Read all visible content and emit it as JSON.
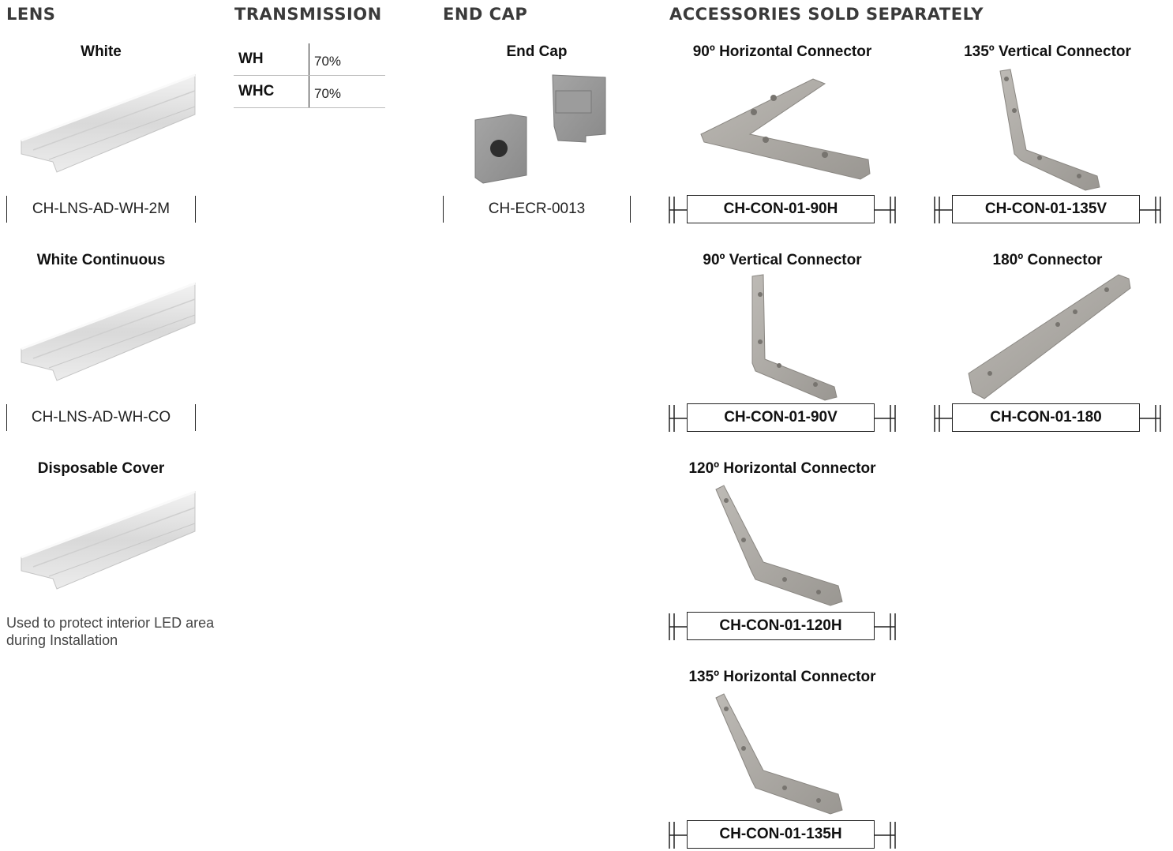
{
  "headers": {
    "lens": "LENS",
    "transmission": "TRANSMISSION",
    "end_cap": "END CAP",
    "accessories": "ACCESSORIES SOLD SEPARATELY"
  },
  "lens": [
    {
      "title": "White",
      "code": "CH-LNS-AD-WH-2M"
    },
    {
      "title": "White Continuous",
      "code": "CH-LNS-AD-WH-CO"
    },
    {
      "title": "Disposable Cover",
      "note": "Used to protect interior LED area during Installation"
    }
  ],
  "transmission": [
    {
      "code": "WH",
      "value": "70%"
    },
    {
      "code": "WHC",
      "value": "70%"
    }
  ],
  "end_cap": {
    "title": "End Cap",
    "code": "CH-ECR-0013"
  },
  "accessories": [
    {
      "title": "90º Horizontal Connector",
      "code": "CH-CON-01-90H"
    },
    {
      "title": "135º Vertical Connector",
      "code": "CH-CON-01-135V"
    },
    {
      "title": "90º Vertical Connector",
      "code": "CH-CON-01-90V"
    },
    {
      "title": "180º Connector",
      "code": "CH-CON-01-180"
    },
    {
      "title": "120º Horizontal Connector",
      "code": "CH-CON-01-120H"
    },
    {
      "title": "135º Horizontal Connector",
      "code": "CH-CON-01-135H"
    }
  ],
  "colors": {
    "header": "#3a3a3a",
    "metal": "#a9a6a1",
    "lens": "#e6e6e6"
  }
}
